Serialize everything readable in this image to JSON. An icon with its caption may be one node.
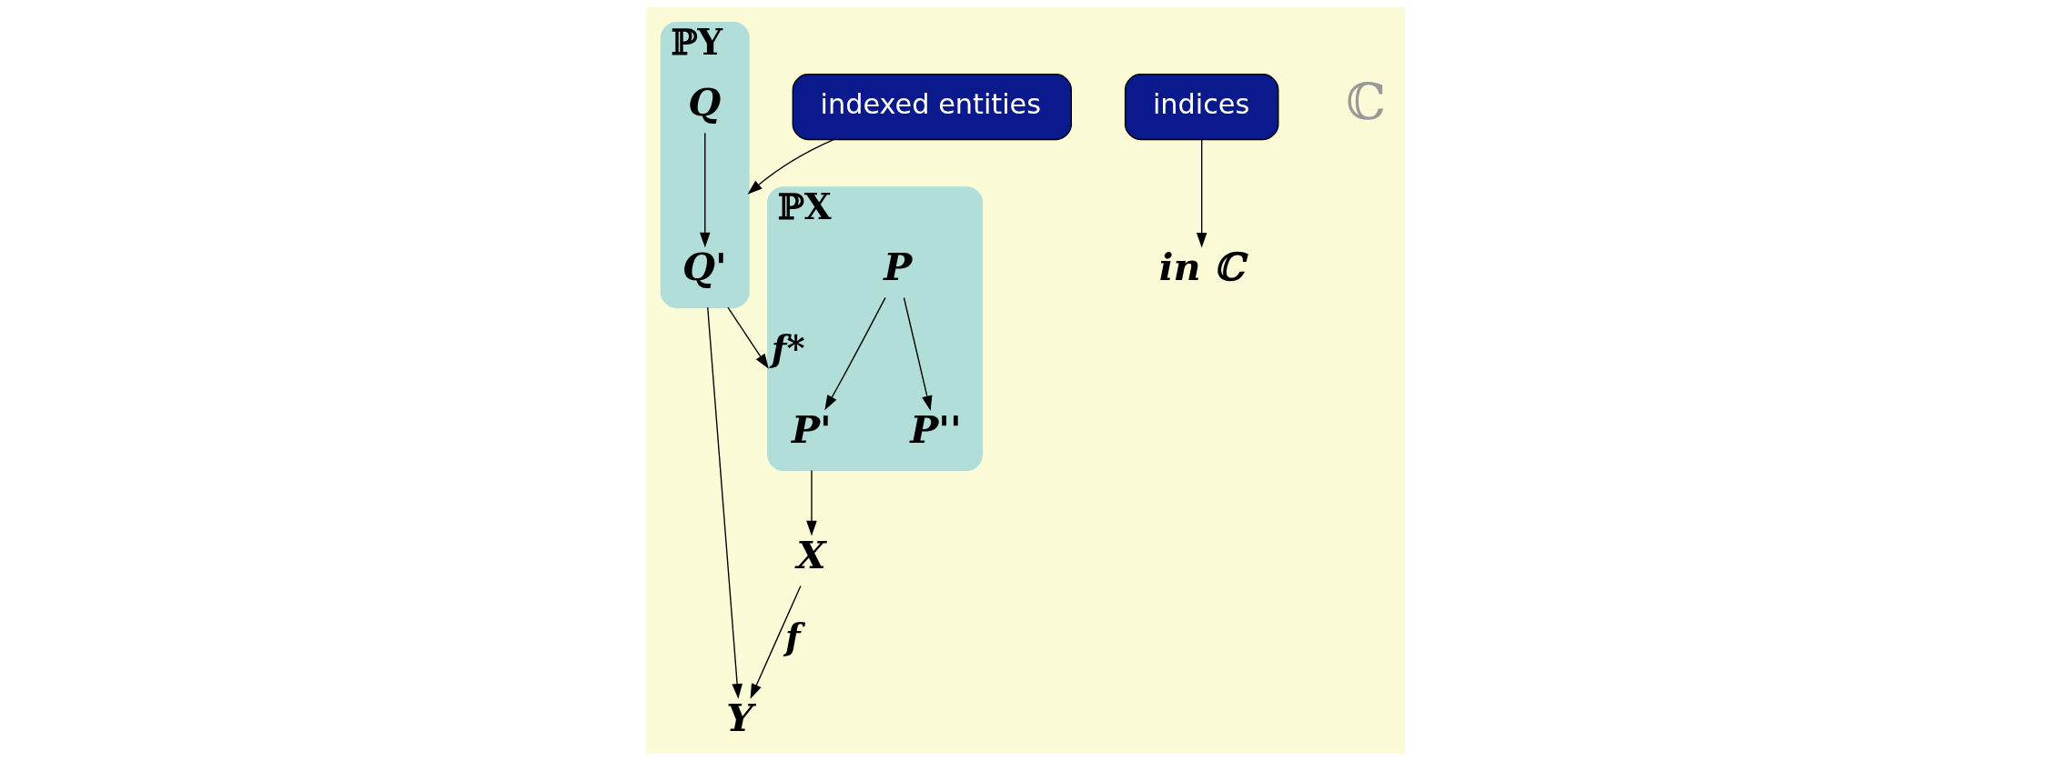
{
  "diagram": {
    "nodes": [
      {
        "text": [
          "ℙX"
        ]
      },
      {
        "text": [
          "P'"
        ],
        "in": 0
      },
      {
        "text": [
          "P''"
        ],
        "in": 0
      },
      {
        "text": [
          "P"
        ],
        "in": 0
      },
      {
        "text": [
          "ℙY"
        ]
      },
      {
        "text": [
          "Q'"
        ],
        "in": 4
      },
      {
        "text": [
          "Q"
        ],
        "in": 4
      },
      {
        "text": [
          "X"
        ]
      },
      {
        "text": [
          "Y"
        ]
      },
      {
        "text": [
          "indexed entities"
        ]
      },
      {
        "text": [
          "indices"
        ]
      },
      {
        "text": [
          "in ℂ"
        ]
      }
    ],
    "edges": [
      {
        "from": 3,
        "to": 1,
        "arrow": "to"
      },
      {
        "from": 3,
        "to": 2,
        "arrow": "to"
      },
      {
        "from": 6,
        "to": 5,
        "arrow": "to"
      },
      {
        "from": 4,
        "to": 0,
        "arrow": "to",
        "label": "f*"
      },
      {
        "from": 7,
        "to": 8,
        "arrow": "to",
        "label": "f"
      },
      {
        "from": 0,
        "to": 7,
        "arrow": "to"
      },
      {
        "from": 4,
        "to": 8,
        "arrow": "to"
      },
      {
        "from": 9,
        "to": 4,
        "arrow": "to"
      },
      {
        "from": 10,
        "to": 11,
        "arrow": "to"
      }
    ],
    "labels": [
      "ℂ"
    ]
  }
}
